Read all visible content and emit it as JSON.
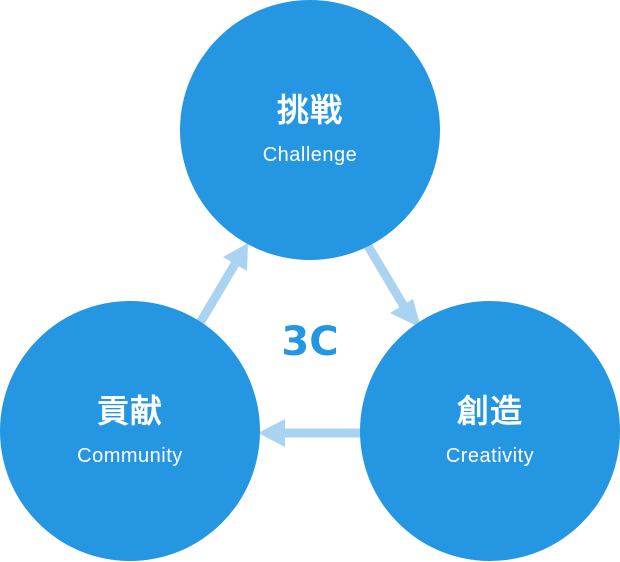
{
  "diagram": {
    "center_label": "3C",
    "nodes": [
      {
        "title": "挑戦",
        "subtitle": "Challenge"
      },
      {
        "title": "創造",
        "subtitle": "Creativity"
      },
      {
        "title": "貢献",
        "subtitle": "Community"
      }
    ],
    "colors": {
      "node_fill": "#2596e1",
      "arrow": "#a9d3f1",
      "center_text": "#2596e1"
    }
  }
}
